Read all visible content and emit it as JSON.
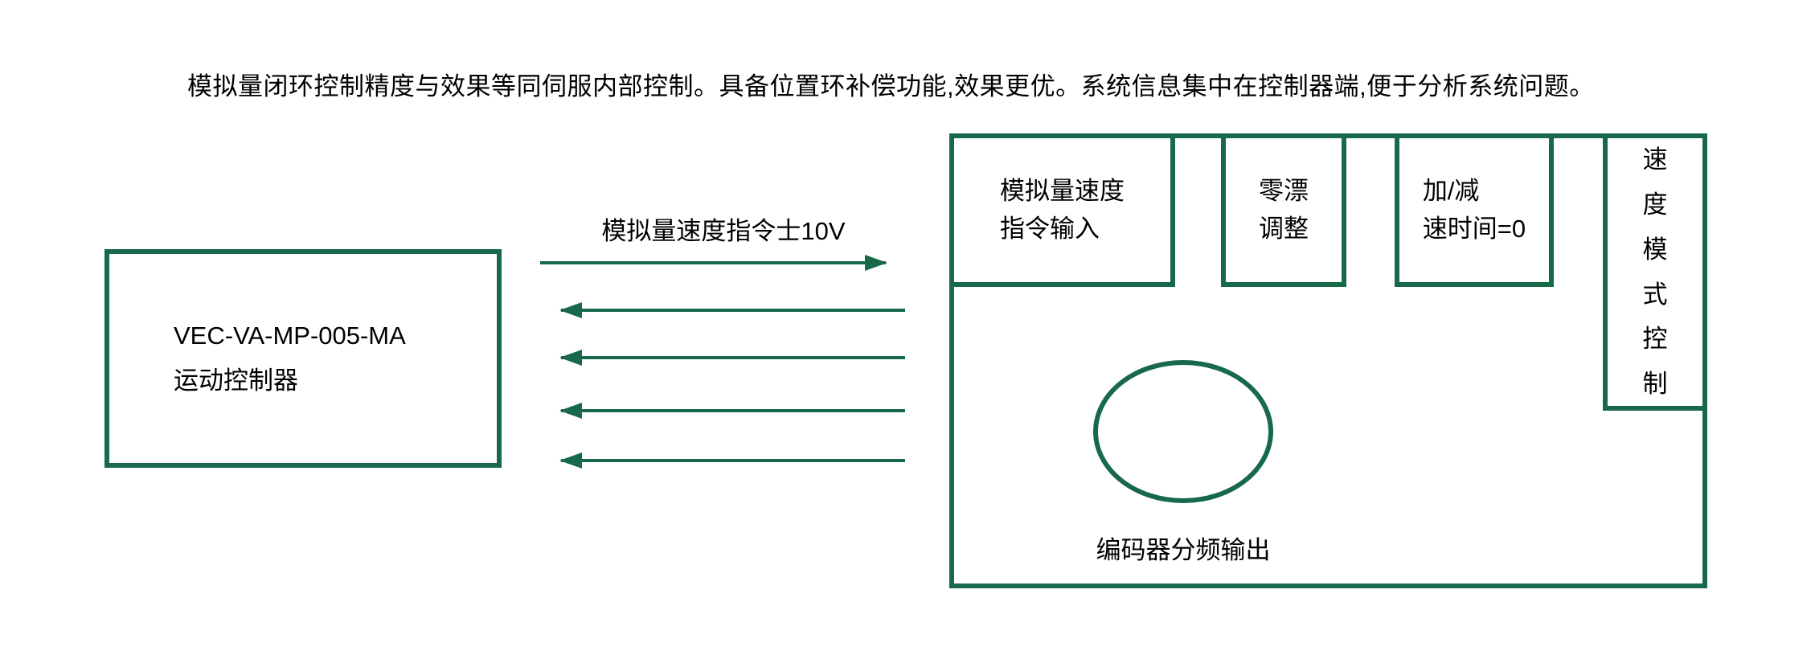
{
  "colors": {
    "accent": "#17694a",
    "text": "#000000",
    "background": "#ffffff"
  },
  "description": "模拟量闭环控制精度与效果等同伺服内部控制。具备位置环补偿功能,效果更优。系统信息集中在控制器端,便于分析系统问题。",
  "controller": {
    "model": "VEC-VA-MP-005-MA",
    "name": "运动控制器"
  },
  "signal": {
    "label": "模拟量速度指令士10V"
  },
  "drive": {
    "analog_input": {
      "line1": "模拟量速度",
      "line2": "指令输入"
    },
    "zero_drift": {
      "line1": "零漂",
      "line2": "调整"
    },
    "accel_decel": {
      "line1": "加/减",
      "line2": "速时间=0"
    },
    "speed_mode": "速度模式控制",
    "encoder_output": "编码器分频输出"
  }
}
